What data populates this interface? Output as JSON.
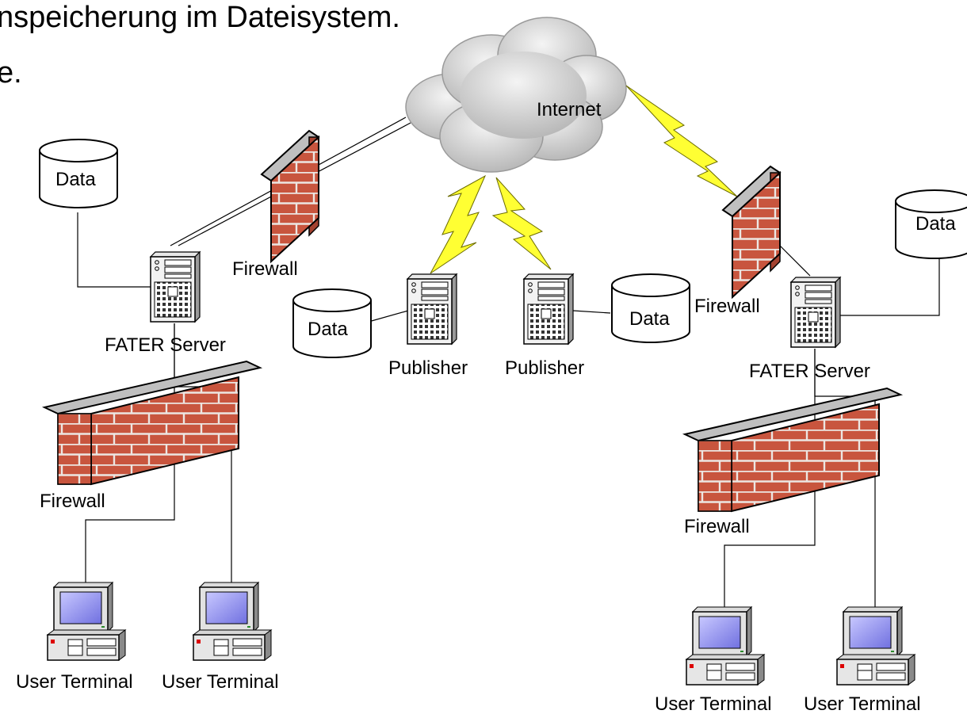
{
  "header": {
    "line1": "nspeicherung im Dateisystem.",
    "line2": "e."
  },
  "labels": {
    "internet": "Internet",
    "data": "Data",
    "firewall": "Firewall",
    "fater_server": "FATER Server",
    "publisher": "Publisher",
    "user_terminal": "User Terminal"
  },
  "icons": [
    "cloud-icon",
    "database-icon",
    "firewall-icon",
    "server-icon",
    "computer-icon",
    "lightning-icon"
  ],
  "colors": {
    "brick": "#c8553e",
    "mortar": "#e9e4e0",
    "wall_top": "#bfbfbf",
    "bolt": "#ffff33",
    "screen": "#8f8ff0"
  }
}
